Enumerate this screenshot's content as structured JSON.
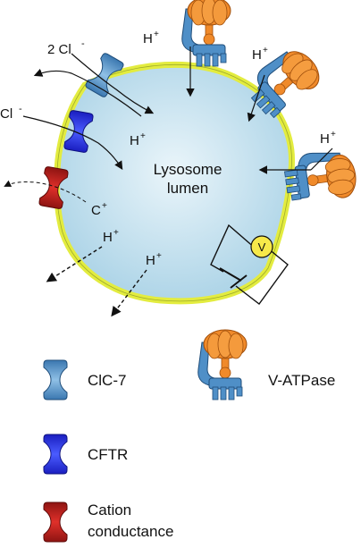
{
  "lumen": {
    "line1": "Lysosome",
    "line2": "lumen"
  },
  "ions": {
    "two_cl": "2 Cl",
    "cl": "Cl",
    "minus": "-",
    "plus": "+",
    "h": "H",
    "c": "C",
    "voltage": "V"
  },
  "legend": {
    "clc7": "ClC-7",
    "cftr": "CFTR",
    "cation_line1": "Cation",
    "cation_line2": "conductance",
    "vatpase": "V-ATPase"
  },
  "colors": {
    "lumen_fill": "#cfe6f1",
    "membrane": "#e7f04a",
    "clc7": "#4f8fc7",
    "cftr": "#2a2ee8",
    "cation": "#c0201c",
    "vatpase_head": "#f08a2a",
    "vatpase_stalk": "#4f8fc7",
    "voltmeter": "#f7e94a"
  }
}
